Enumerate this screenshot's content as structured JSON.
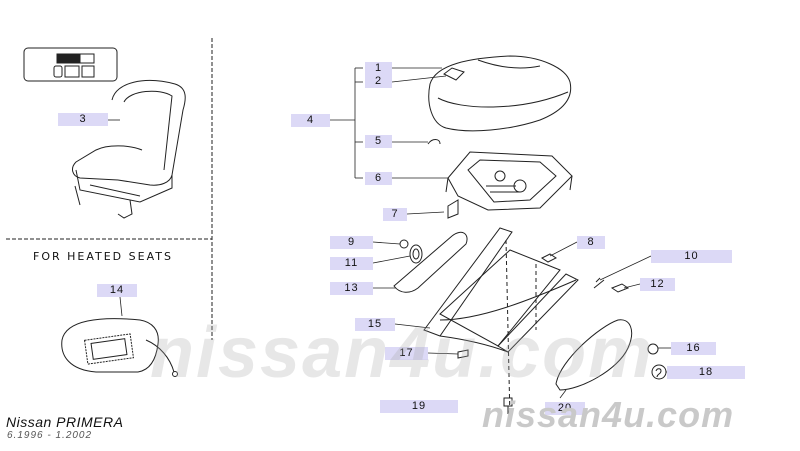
{
  "diagram": {
    "note_heated": "FOR HEATED SEATS",
    "model_name": "Nissan PRIMERA",
    "period": "6.1996 - 1.2002",
    "watermark": "nissan4u.com",
    "watermark_faint": "nissan4u.com",
    "callouts": [
      "1",
      "2",
      "3",
      "4",
      "5",
      "6",
      "7",
      "8",
      "9",
      "10",
      "11",
      "12",
      "13",
      "14",
      "15",
      "16",
      "17",
      "18",
      "19",
      "20"
    ]
  }
}
